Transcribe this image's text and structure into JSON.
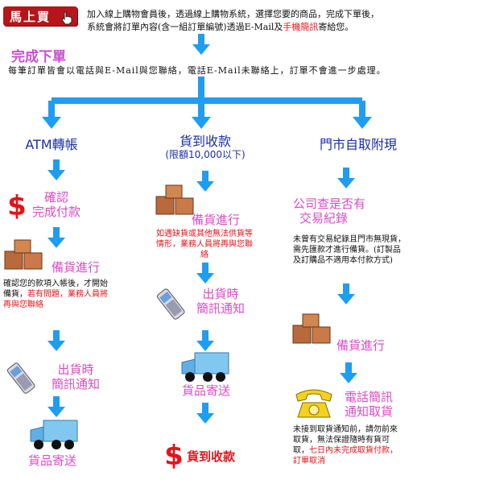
{
  "header": {
    "buy_label": "馬上買",
    "intro_part1": "加入線上購物會員後，透過線上購物系統，選擇您要的商品，完成下單後，",
    "intro_part2": "系統會將訂單內容(含一組訂單編號)透過E-Mail及",
    "intro_highlight": "手機簡訊",
    "intro_part3": "寄給您。"
  },
  "complete": {
    "title": "完成下單",
    "text": "每筆訂單皆會以電話與E-Mail與您聯絡，電話E-Mail未聯絡上，訂單不會進一步處理。"
  },
  "columns": {
    "atm": {
      "title": "ATM轉帳",
      "step1_line1": "確認",
      "step1_line2": "完成付款",
      "step2": "備貨進行",
      "note_black": "確認您的款項入帳後，才開始備貨，",
      "note_red": "若有問題，業務人員將再與您聯絡",
      "step3_line1": "出貨時",
      "step3_line2": "簡訊通知",
      "step4": "貨品寄送"
    },
    "cod": {
      "title": "貨到收款",
      "subtitle": "(限額10,000以下)",
      "step1": "備貨進行",
      "note_red": "如遇缺貨或其他無法供貨等情形，業務人員將再與您聯絡",
      "step2_line1": "出貨時",
      "step2_line2": "簡訊通知",
      "step3": "貨品寄送",
      "step4": "貨到收款"
    },
    "store": {
      "title": "門市自取附現",
      "step1_line1": "公司查是否有",
      "step1_line2": "交易紀錄",
      "note1": "未曾有交易紀錄且門市無現貨，需先匯款才進行備貨。(訂製品及訂購品不適用本付款方式)",
      "step2": "備貨進行",
      "step3_line1": "電話簡訊",
      "step3_line2": "通知取貨",
      "note2_black": "未接到取貨通知前，請勿前來取貨，無法保證隨時有貨可取，",
      "note2_red": "七日內未完成取貨付款，訂單取消"
    }
  },
  "colors": {
    "arrow": "#1f9df0",
    "title_blue": "#1a2fa8",
    "step_pink": "#d94bc7",
    "heading_purple": "#c94fd2",
    "alert_red": "#e2141a",
    "button_red": "#b8151a"
  },
  "icons": {
    "dollar": "dollar-icon",
    "boxes": "boxes-icon",
    "phone": "mobile-phone-icon",
    "truck": "truck-icon",
    "telephone": "telephone-icon",
    "hand": "hand-pointer-icon"
  }
}
